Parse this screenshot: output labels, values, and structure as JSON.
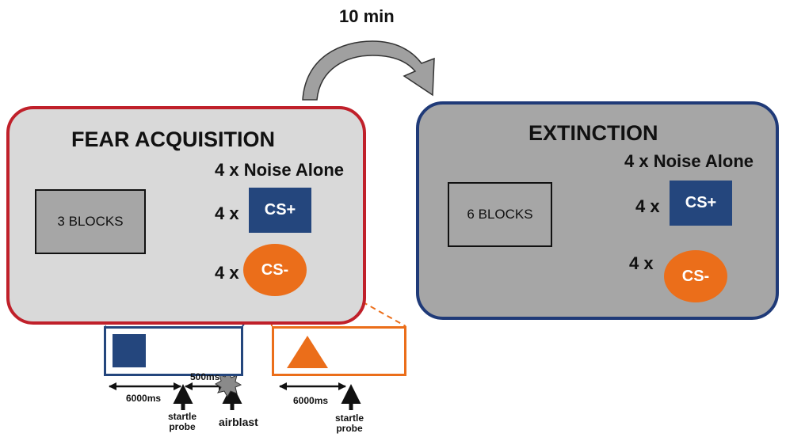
{
  "interval_label": "10 min",
  "acquisition": {
    "title": "FEAR ACQUISITION",
    "block_label": "3 BLOCKS",
    "noise_label": "4 x Noise Alone",
    "csplus_count": "4 x",
    "csplus_label": "CS+",
    "csminus_count": "4 x",
    "csminus_label": "CS-"
  },
  "extinction": {
    "title": "EXTINCTION",
    "block_label": "6 BLOCKS",
    "noise_label": "4 x Noise Alone",
    "csplus_count": "4 x",
    "csplus_label": "CS+",
    "csminus_count": "4 x",
    "csminus_label": "CS-"
  },
  "timeline_csplus": {
    "duration_label": "6000ms",
    "gap_label": "500ms",
    "probe_label": "startle\nprobe",
    "airblast_label": "airblast"
  },
  "timeline_csminus": {
    "duration_label": "6000ms",
    "probe_label": "startle\nprobe"
  },
  "colors": {
    "acquisition_border": "#c0202a",
    "acquisition_fill": "#d9d9d9",
    "extinction_border": "#1f3a78",
    "extinction_fill": "#a6a6a6",
    "csplus": "#24467d",
    "csminus": "#eb6e1a"
  }
}
